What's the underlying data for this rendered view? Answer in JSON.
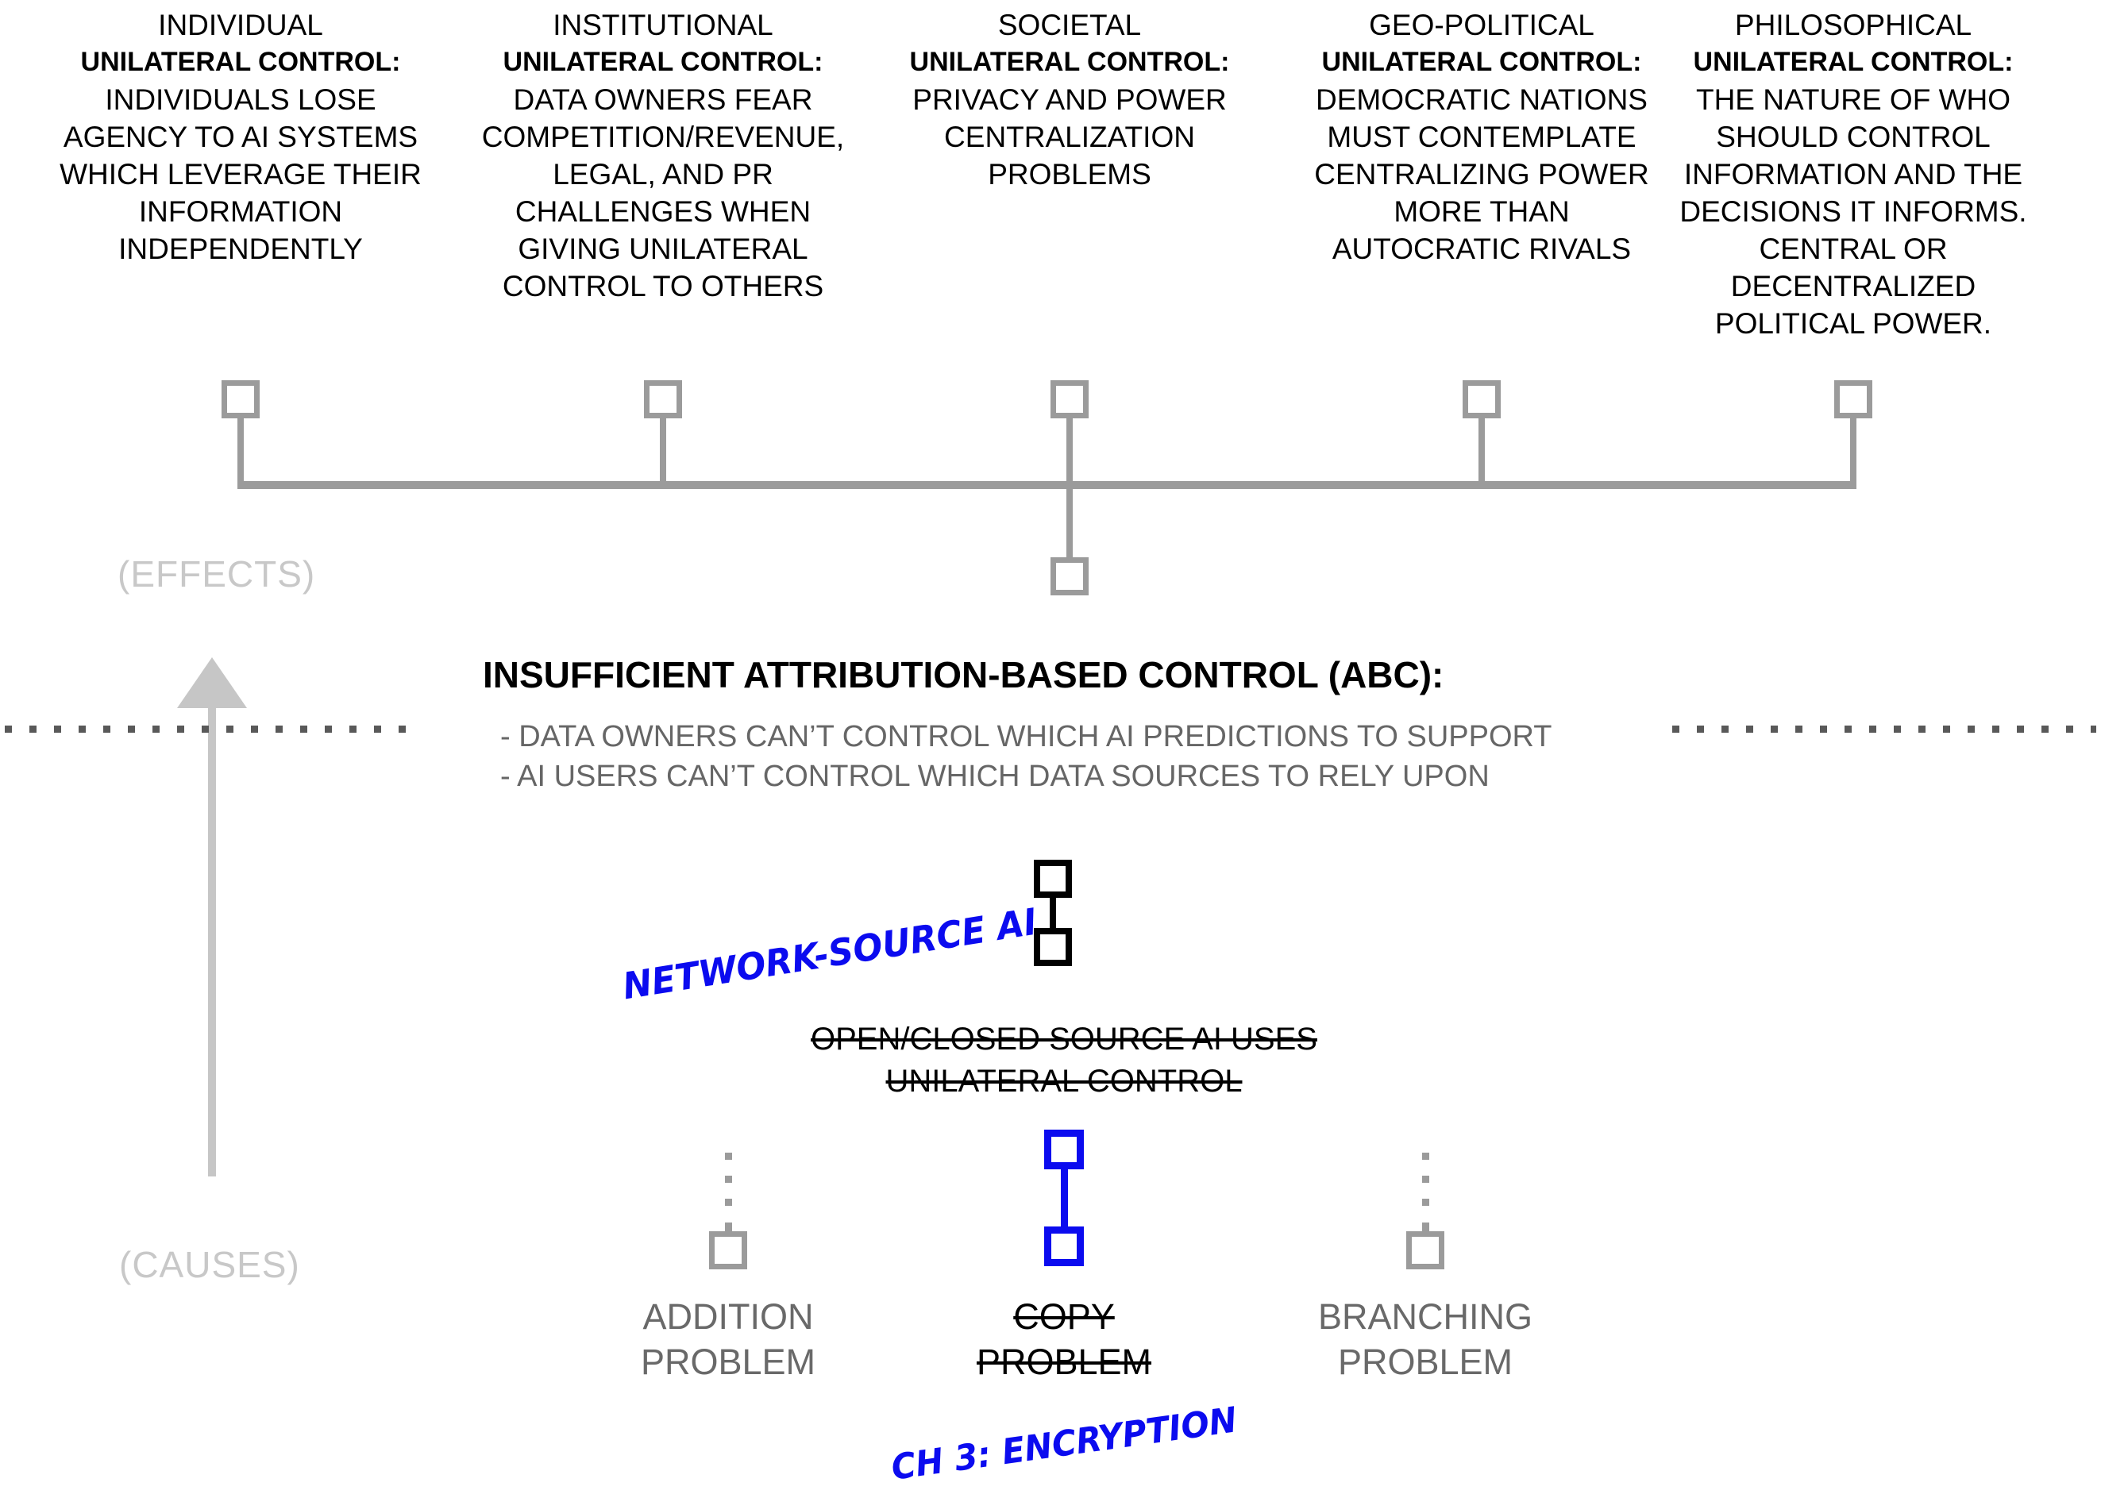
{
  "colors": {
    "background": "#ffffff",
    "tree_gray": "#9b9b9b",
    "light_gray_axis": "#c8c8c8",
    "dot_gray": "#595959",
    "text_gray": "#666666",
    "label_gray": "#696969",
    "accent_blue": "#0b0bef",
    "black": "#000000"
  },
  "effects": {
    "axis_label": "(EFFECTS)",
    "columns": [
      {
        "category": "INDIVIDUAL",
        "heading": "UNILATERAL CONTROL:",
        "description": "INDIVIDUALS LOSE\nAGENCY TO AI SYSTEMS\nWHICH LEVERAGE THEIR\nINFORMATION\nINDEPENDENTLY"
      },
      {
        "category": "INSTITUTIONAL",
        "heading": "UNILATERAL CONTROL:",
        "description": "DATA OWNERS FEAR\nCOMPETITION/REVENUE,\nLEGAL, AND PR\nCHALLENGES WHEN\nGIVING UNILATERAL\nCONTROL TO OTHERS"
      },
      {
        "category": "SOCIETAL",
        "heading": "UNILATERAL CONTROL:",
        "description": "PRIVACY AND POWER\nCENTRALIZATION\nPROBLEMS"
      },
      {
        "category": "GEO-POLITICAL",
        "heading": "UNILATERAL CONTROL:",
        "description": "DEMOCRATIC NATIONS\nMUST CONTEMPLATE\nCENTRALIZING POWER\nMORE THAN\nAUTOCRATIC RIVALS"
      },
      {
        "category": "PHILOSOPHICAL",
        "heading": "UNILATERAL CONTROL:",
        "description": "THE NATURE OF WHO\nSHOULD CONTROL\nINFORMATION AND THE\nDECISIONS IT INFORMS.\nCENTRAL OR\nDECENTRALIZED\nPOLITICAL POWER."
      }
    ]
  },
  "center": {
    "title": "INSUFFICIENT ATTRIBUTION-BASED CONTROL (ABC):",
    "bullets": [
      "- DATA OWNERS CAN’T CONTROL WHICH AI PREDICTIONS TO SUPPORT",
      "- AI USERS CAN’T CONTROL WHICH DATA SOURCES TO RELY UPON"
    ]
  },
  "causes": {
    "axis_label": "(CAUSES)",
    "network_annotation": "NETWORK-SOURCE AI",
    "strikethrough_lines": [
      "OPEN/CLOSED SOURCE AI USES",
      "UNILATERAL CONTROL"
    ],
    "problems": [
      {
        "line1": "ADDITION",
        "line2": "PROBLEM",
        "strikethrough": false
      },
      {
        "line1": "COPY",
        "line2": "PROBLEM",
        "strikethrough": true
      },
      {
        "line1": "BRANCHING",
        "line2": "PROBLEM",
        "strikethrough": false
      }
    ],
    "chapter_annotation": "CH 3: ENCRYPTION"
  },
  "icons": {
    "effect_node": "open-square",
    "abc_node": "open-square",
    "network_source_ai": "two-linked-squares-black",
    "copy_problem": "two-linked-squares-blue",
    "addition_problem": "dashed-line-open-square",
    "branching_problem": "dashed-line-open-square",
    "causal_arrow": "upward-arrow"
  }
}
